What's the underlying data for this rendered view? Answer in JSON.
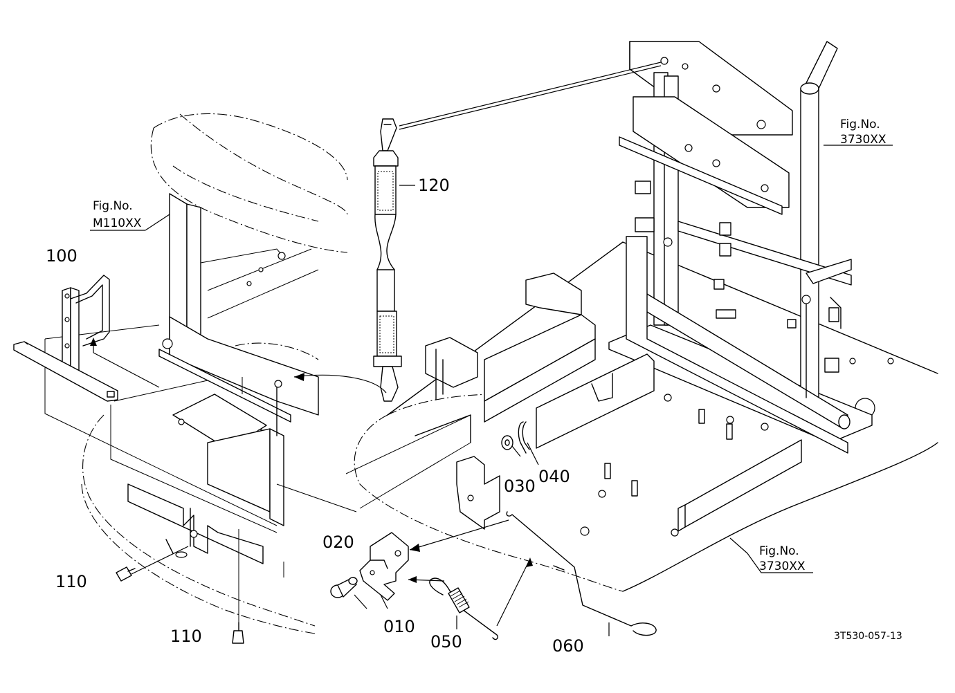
{
  "parts": {
    "p010": "010",
    "p020": "020",
    "p030": "030",
    "p040": "040",
    "p050": "050",
    "p060": "060",
    "p100": "100",
    "p110_a": "110",
    "p110_b": "110",
    "p120": "120"
  },
  "figure_refs": {
    "m110_fig": "Fig.No.",
    "m110_num": "M110XX",
    "frame_fig": "Fig.No.",
    "frame_num": "3730XX",
    "base_fig": "Fig.No.",
    "base_num": "3730XX"
  },
  "drawing_id": "3T530-057-13"
}
